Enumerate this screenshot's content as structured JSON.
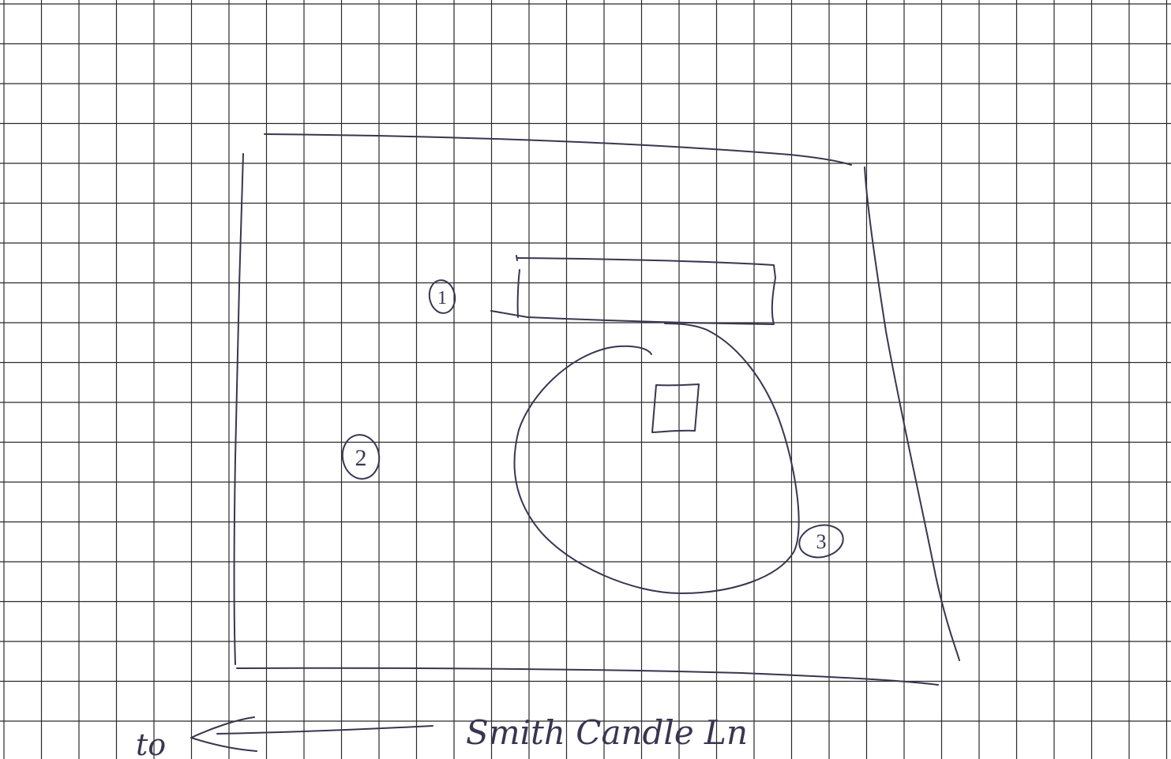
{
  "markers": [
    {
      "id": "marker-1",
      "label": "1"
    },
    {
      "id": "marker-2",
      "label": "2"
    },
    {
      "id": "marker-3",
      "label": "3"
    }
  ],
  "footer": {
    "direction_text": "to",
    "street_text": "Smith Candle Ln"
  },
  "colors": {
    "grid_line": "#2a2a2a",
    "ink": "#3a3550",
    "paper": "#ffffff"
  }
}
